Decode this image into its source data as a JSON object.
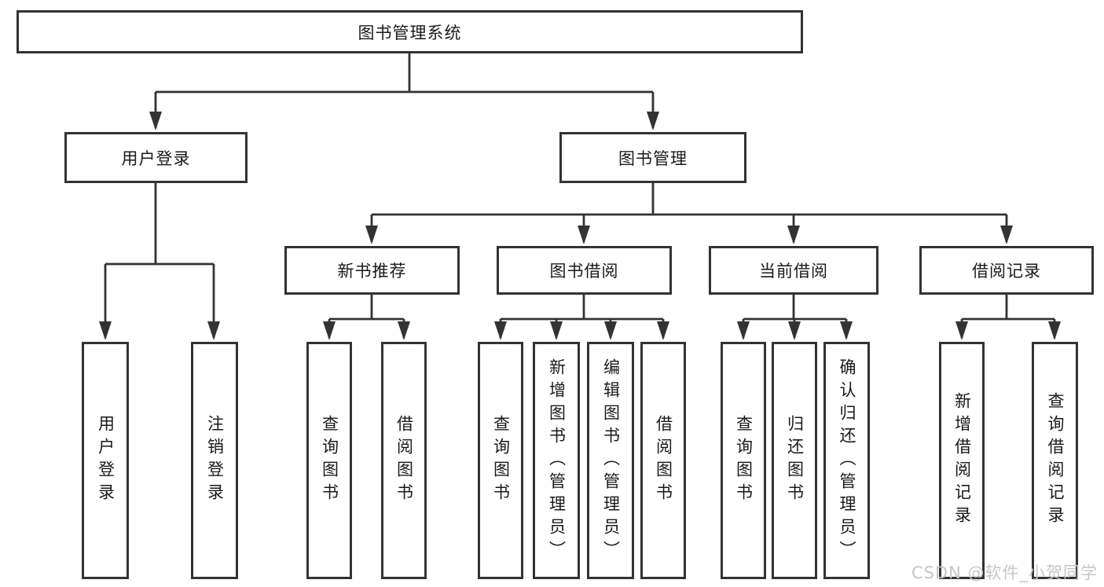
{
  "nodes": {
    "root": "图书管理系统",
    "level2": [
      "用户登录",
      "图书管理"
    ],
    "level3": [
      "新书推荐",
      "图书借阅",
      "当前借阅",
      "借阅记录"
    ],
    "user_login_children": [
      "用户登录",
      "注销登录"
    ],
    "new_book_children": [
      "查询图书",
      "借阅图书"
    ],
    "book_borrow_children": [
      "查询图书",
      "新增图书（管理员）",
      "编辑图书（管理员）",
      "借阅图书"
    ],
    "current_borrow_children": [
      "查询图书",
      "归还图书",
      "确认归还（管理员）"
    ],
    "borrow_record_children": [
      "新增借阅记录",
      "查询借阅记录"
    ]
  },
  "watermark": "CSDN @软件_小贺同学",
  "colors": {
    "line": "#333333",
    "text": "#1a1a1a",
    "watermark": "#c6c6c6",
    "background": "#ffffff"
  }
}
